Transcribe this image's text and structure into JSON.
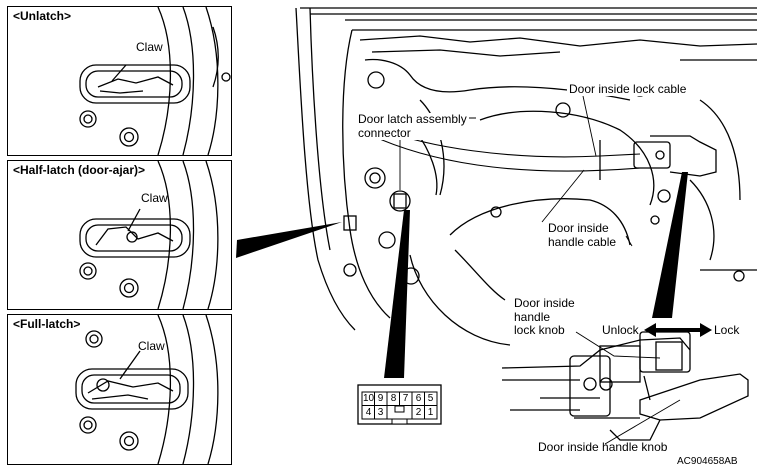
{
  "panels": {
    "unlatch": {
      "title": "<Unlatch>",
      "claw": "Claw"
    },
    "half_latch": {
      "title": "<Half-latch (door-ajar)>",
      "claw": "Claw"
    },
    "full_latch": {
      "title": "<Full-latch>",
      "claw": "Claw"
    }
  },
  "labels": {
    "lock_cable": "Door inside lock cable",
    "connector": "Door latch assembly\nconnector",
    "handle_cable": "Door inside\nhandle cable",
    "lock_knob": "Door inside\nhandle\nlock knob",
    "unlock": "Unlock",
    "lock": "Lock",
    "handle_knob": "Door inside handle knob"
  },
  "connector_pins": {
    "top_row": [
      "10",
      "9",
      "8",
      "7",
      "6",
      "5"
    ],
    "bottom_row": [
      "4",
      "3",
      "2",
      "1"
    ]
  },
  "figure_id": "AC904658AB"
}
